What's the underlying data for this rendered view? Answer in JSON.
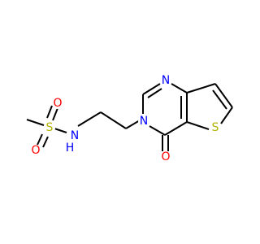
{
  "molecule": {
    "atoms": [
      {
        "id": "c-methyl",
        "text": "",
        "color": "#000000"
      },
      {
        "id": "s-sulfonyl",
        "text": "S",
        "color": "#b2b200"
      },
      {
        "id": "o-upper",
        "text": "O",
        "color": "#ff0000"
      },
      {
        "id": "o-lower",
        "text": "O",
        "color": "#ff0000"
      },
      {
        "id": "n-amide",
        "text": "N",
        "color": "#0000ff"
      },
      {
        "id": "h-amide",
        "text": "H",
        "color": "#0000ff"
      },
      {
        "id": "n-ring",
        "text": "N",
        "color": "#0000ff"
      },
      {
        "id": "n-upper",
        "text": "N",
        "color": "#0000ff"
      },
      {
        "id": "s-thiophene",
        "text": "S",
        "color": "#b2b200"
      },
      {
        "id": "o-carbonyl",
        "text": "O",
        "color": "#ff0000"
      }
    ],
    "colors": {
      "bond": "#000000",
      "nitrogen": "#0000ff",
      "oxygen": "#ff0000",
      "sulfur": "#b2b200"
    }
  }
}
